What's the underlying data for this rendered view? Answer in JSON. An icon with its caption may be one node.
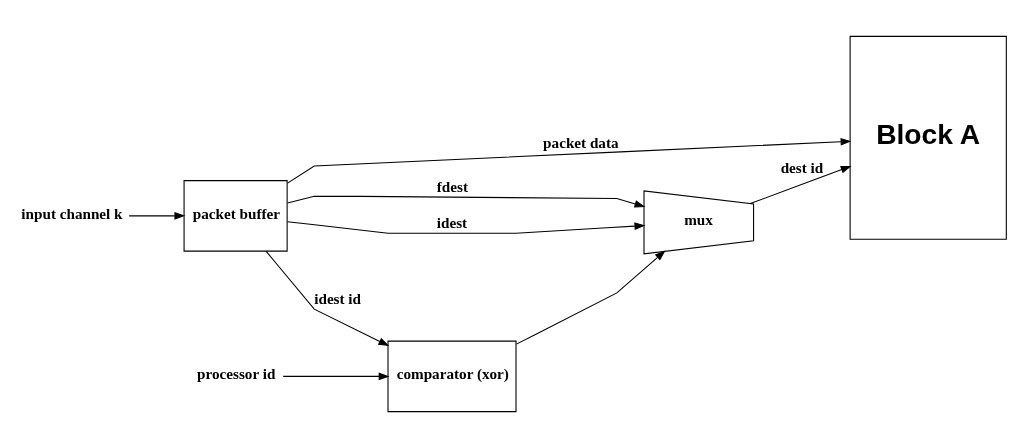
{
  "diagram": {
    "nodes": [
      {
        "text": [
          "input channel k"
        ]
      },
      {
        "text": [
          "packet buffer"
        ]
      },
      {
        "text": [
          "comparator (xor)"
        ]
      },
      {
        "text": [
          "processor id"
        ]
      },
      {
        "text": [
          "mux"
        ]
      },
      {
        "text": [
          "Block A"
        ]
      }
    ],
    "edges": [
      {
        "from": 0,
        "to": 1,
        "arrow": "to"
      },
      {
        "from": 1,
        "to": 2,
        "arrow": "to",
        "label": "idest id"
      },
      {
        "from": 3,
        "to": 2,
        "arrow": "to"
      },
      {
        "from": 2,
        "to": 4,
        "arrow": "to"
      },
      {
        "from": 1,
        "to": 4,
        "arrow": "to",
        "label": "idest"
      },
      {
        "from": 1,
        "to": 4,
        "arrow": "to",
        "label": "fdest"
      },
      {
        "from": 4,
        "to": 5,
        "arrow": "to",
        "label": "dest id"
      },
      {
        "from": 1,
        "to": 5,
        "arrow": "to",
        "label": "packet data"
      }
    ]
  }
}
